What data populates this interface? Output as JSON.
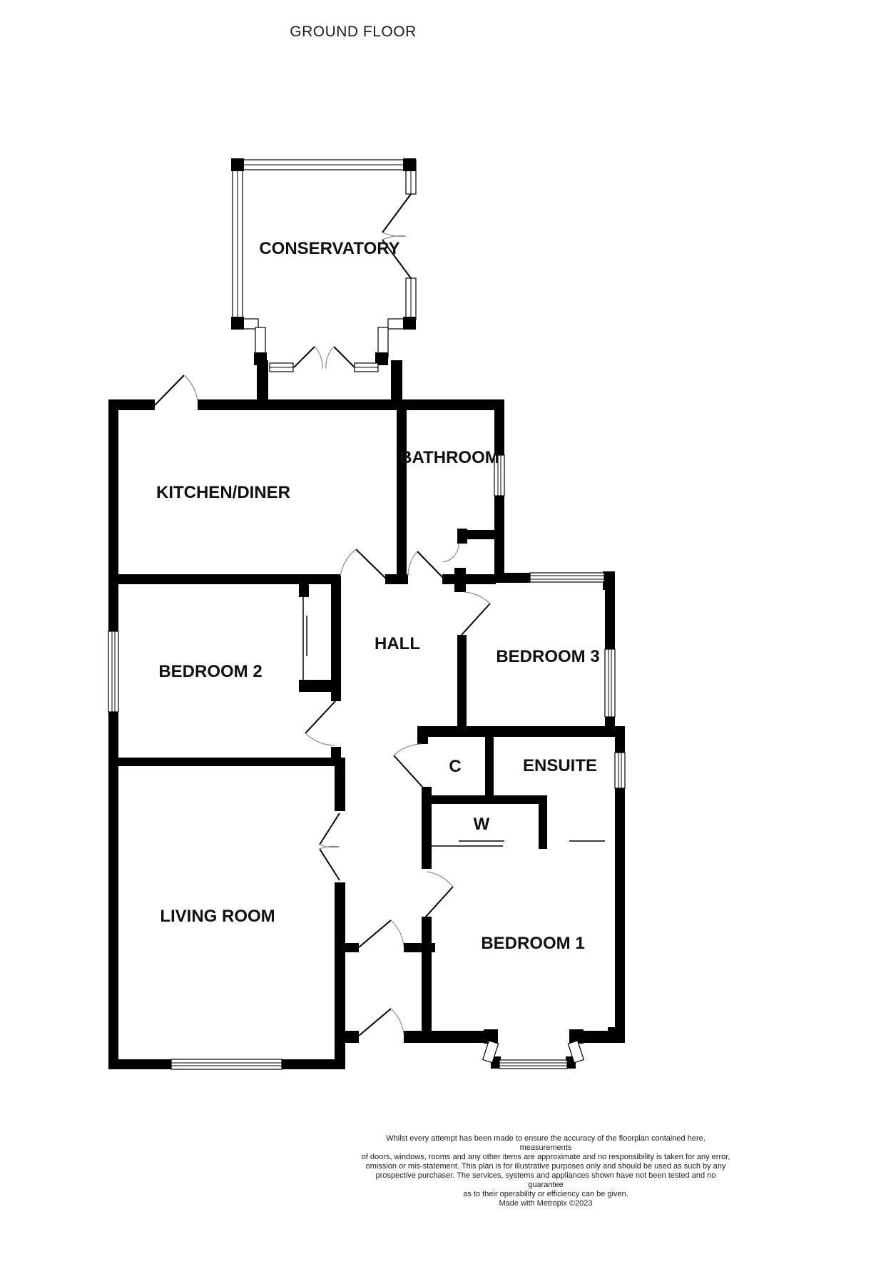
{
  "title": "GROUND FLOOR",
  "rooms": {
    "conservatory": "CONSERVATORY",
    "kitchen_diner": "KITCHEN/DINER",
    "bathroom": "BATHROOM",
    "hall": "HALL",
    "bedroom2": "BEDROOM 2",
    "bedroom3": "BEDROOM 3",
    "cupboard": "C",
    "ensuite": "ENSUITE",
    "wardrobe": "W",
    "living_room": "LIVING ROOM",
    "bedroom1": "BEDROOM 1"
  },
  "footer": {
    "lines": [
      "Whilst every attempt has been made to ensure the accuracy of the floorplan contained here, measurements",
      "of doors, windows, rooms and any other items are approximate and no responsibility is taken for any error,",
      "omission or mis-statement. This plan is for illustrative purposes only and should be used as such by any",
      "prospective purchaser. The services, systems and appliances shown have not been tested and no guarantee",
      "as to their operability or efficiency can be given."
    ],
    "credit": "Made with Metropix ©2023"
  },
  "colors": {
    "wall": "#000000",
    "background": "#ffffff",
    "door_arc": "#8a8a8a",
    "label": "#111111"
  }
}
